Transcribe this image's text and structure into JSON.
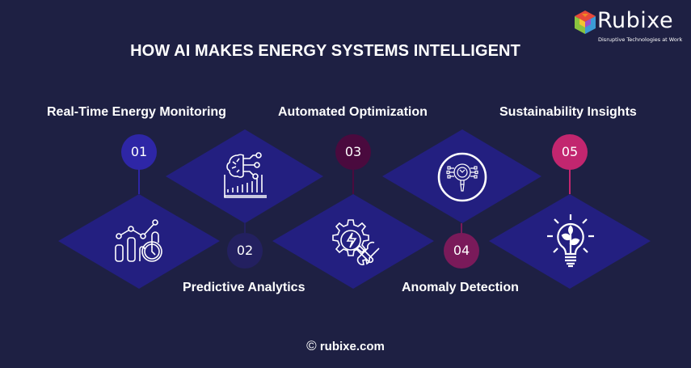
{
  "header": {
    "title": "HOW AI MAKES ENERGY SYSTEMS INTELLIGENT"
  },
  "logo": {
    "name": "Rubixe",
    "tagline": "Disruptive Technologies at Work"
  },
  "steps": [
    {
      "number": "01",
      "label": "Real-Time Energy Monitoring",
      "icon": "chart-clock-icon",
      "color": "#2e26a6"
    },
    {
      "number": "02",
      "label": "Predictive Analytics",
      "icon": "brain-chart-icon",
      "color": "#232060"
    },
    {
      "number": "03",
      "label": "Automated Optimization",
      "icon": "gear-wrench-bolt-icon",
      "color": "#4a0a3e"
    },
    {
      "number": "04",
      "label": "Anomaly Detection",
      "icon": "magnifier-circuit-icon",
      "color": "#7a1a5a"
    },
    {
      "number": "05",
      "label": "Sustainability Insights",
      "icon": "lightbulb-leaf-icon",
      "color": "#c2266f"
    }
  ],
  "colors": {
    "background": "#1e2043",
    "diamond": "#231f80",
    "text": "#ffffff"
  },
  "footer": {
    "copyright_symbol": "©",
    "site": "rubixe.com"
  }
}
